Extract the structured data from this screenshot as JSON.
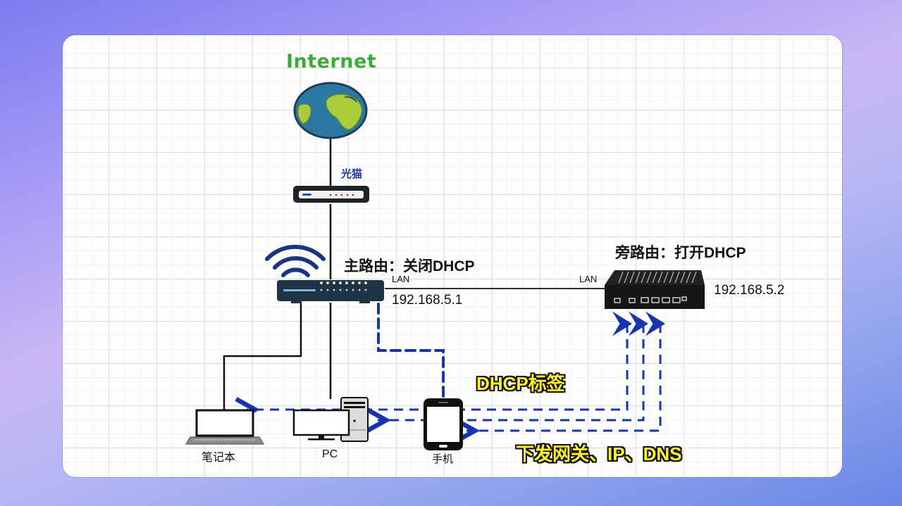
{
  "diagram": {
    "title_node": "Internet",
    "nodes": {
      "internet": {
        "label": "Internet",
        "icon": "globe-icon"
      },
      "ont": {
        "label": "光猫",
        "icon": "modem-icon"
      },
      "main_router": {
        "label": "主路由：关闭DHCP",
        "port": "LAN",
        "ip": "192.168.5.1",
        "icon": "wifi-router-icon"
      },
      "side_router": {
        "label": "旁路由：打开DHCP",
        "port": "LAN",
        "ip": "192.168.5.2",
        "icon": "soft-router-icon"
      },
      "laptop": {
        "label": "笔记本",
        "icon": "laptop-icon"
      },
      "pc": {
        "label": "PC",
        "icon": "desktop-pc-icon"
      },
      "phone": {
        "label": "手机",
        "icon": "smartphone-icon"
      }
    },
    "annotations": {
      "dhcp_tag": "DHCP标签",
      "issue": "下发网关、IP、DNS"
    },
    "edges": [
      {
        "from": "internet",
        "to": "ont",
        "style": "solid"
      },
      {
        "from": "ont",
        "to": "main_router",
        "style": "solid"
      },
      {
        "from": "main_router",
        "to": "side_router",
        "style": "solid",
        "via": "LAN"
      },
      {
        "from": "main_router",
        "to": "laptop",
        "style": "solid"
      },
      {
        "from": "main_router",
        "to": "pc",
        "style": "solid"
      },
      {
        "from": "main_router",
        "to": "phone",
        "style": "dashed"
      },
      {
        "from": "side_router",
        "to": "laptop",
        "style": "dashed-arrow"
      },
      {
        "from": "side_router",
        "to": "pc",
        "style": "dashed-arrow"
      },
      {
        "from": "side_router",
        "to": "phone",
        "style": "dashed-arrow"
      }
    ],
    "colors": {
      "internet_text": "#3daa3a",
      "ont_label": "#1f3aa8",
      "dashed_line": "#1535b0",
      "highlight_text": "#fff22a",
      "background_gradient_start": "#7c7cf0",
      "background_gradient_end": "#6a86e6"
    }
  }
}
